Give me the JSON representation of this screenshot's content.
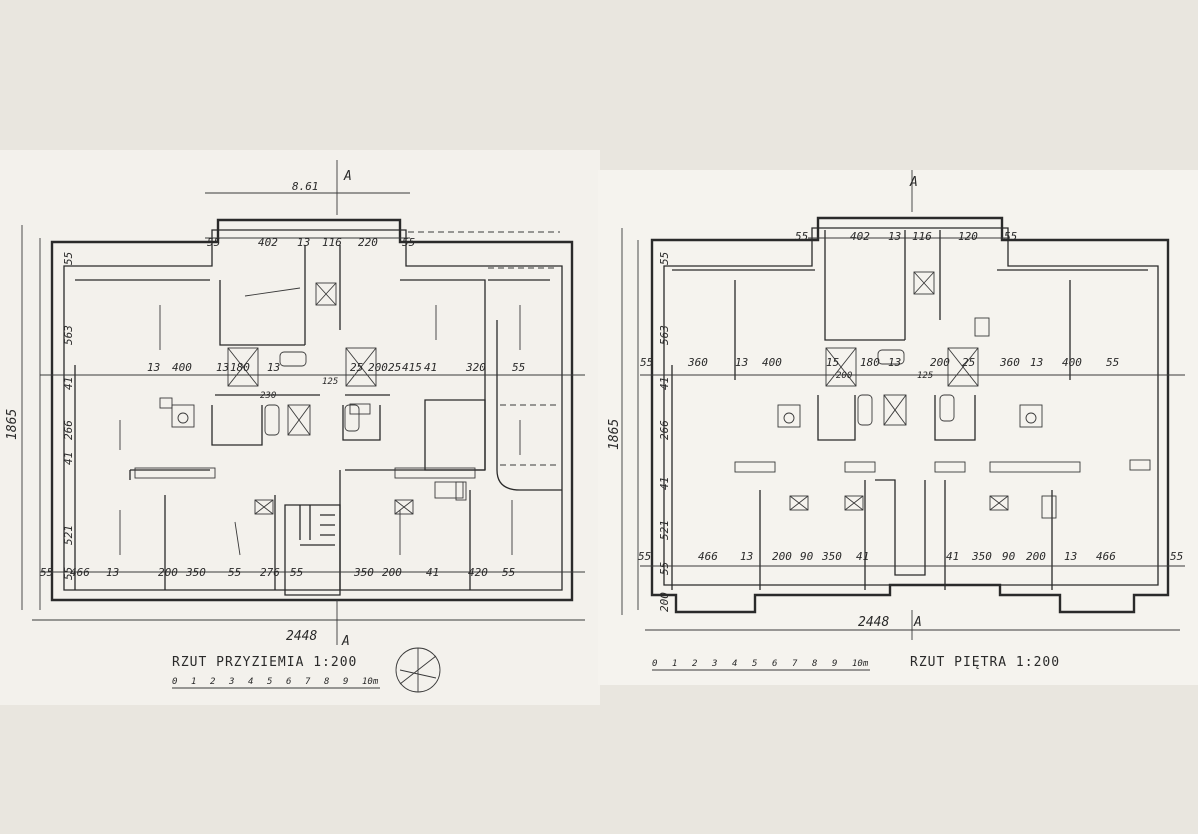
{
  "section_marker": "A",
  "ground": {
    "title": "RZUT PRZYZIEMIA 1:200",
    "scale_ticks": [
      "0",
      "1",
      "2",
      "3",
      "4",
      "5",
      "6",
      "7",
      "8",
      "9",
      "10m"
    ],
    "overall_width": "2448",
    "overall_depth": "1865",
    "top_span": "8.61",
    "dims_top": [
      "55",
      "402",
      "13",
      "116",
      "220",
      "55"
    ],
    "dims_mid": [
      "13",
      "400",
      "13",
      "180",
      "13",
      "25",
      "200",
      "25",
      "415",
      "41",
      "320",
      "55"
    ],
    "dims_mid_small": [
      "125",
      "230"
    ],
    "dims_bottom": [
      "55",
      "466",
      "13",
      "200",
      "350",
      "55",
      "276",
      "55",
      "350",
      "200",
      "41",
      "420",
      "55"
    ],
    "dims_left": [
      "55",
      "563",
      "41",
      "266",
      "41",
      "521",
      "55"
    ]
  },
  "upper": {
    "title": "RZUT PIĘTRA 1:200",
    "scale_ticks": [
      "0",
      "1",
      "2",
      "3",
      "4",
      "5",
      "6",
      "7",
      "8",
      "9",
      "10m"
    ],
    "overall_width": "2448",
    "overall_depth": "1865",
    "dims_top": [
      "55",
      "402",
      "13",
      "116",
      "120",
      "55"
    ],
    "dims_mid": [
      "55",
      "360",
      "13",
      "400",
      "15",
      "180",
      "13",
      "200",
      "25",
      "360",
      "13",
      "400",
      "55"
    ],
    "dims_mid_small": [
      "125",
      "200"
    ],
    "dims_bottom": [
      "55",
      "466",
      "13",
      "200",
      "90",
      "350",
      "41",
      "41",
      "350",
      "90",
      "200",
      "13",
      "466",
      "55"
    ],
    "dims_left": [
      "55",
      "563",
      "41",
      "266",
      "41",
      "521",
      "55",
      "200"
    ]
  }
}
